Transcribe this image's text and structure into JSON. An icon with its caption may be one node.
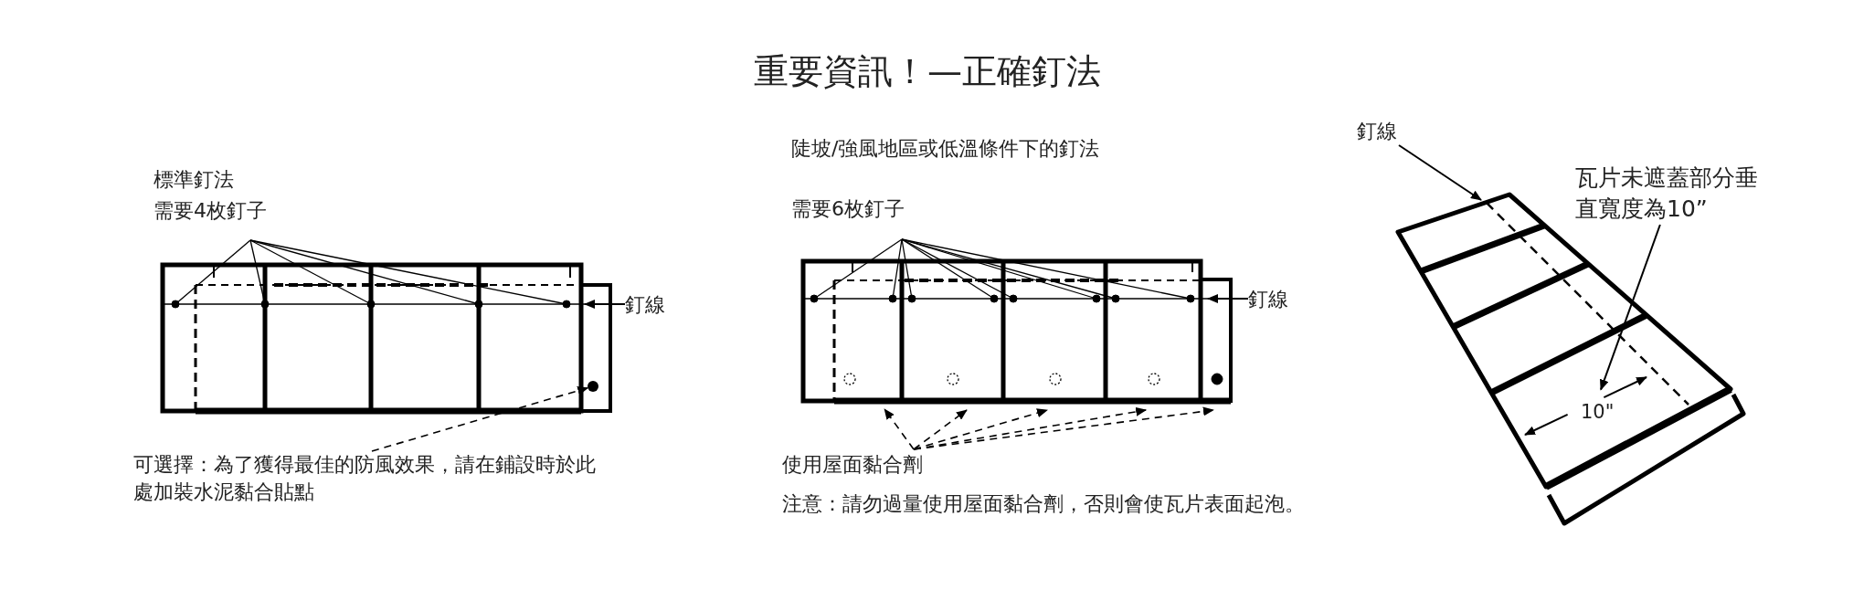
{
  "diagram": {
    "title": "重要資訊！—正確釘法",
    "nodes": [
      {
        "text": [
          "釘線"
        ]
      },
      {
        "text": [],
        "shape": "line"
      },
      {
        "text": [],
        "shape": "circle"
      },
      {
        "text": [
          "可選擇：為了獲得最佳的防風效果，請在鋪設時於此處加裝水泥黏合貼點"
        ]
      },
      {
        "text": [
          "釘線"
        ]
      },
      {
        "text": [],
        "shape": "line"
      },
      {
        "text": [],
        "shape": "line"
      },
      {
        "text": [
          "使用屋面黏合劑"
        ]
      },
      {
        "text": [
          "釘線"
        ]
      },
      {
        "text": [
          "瓦片未遮蓋部分垂直寬度為10”"
        ]
      },
      {
        "text": [],
        "shape": "line"
      },
      {
        "text": [],
        "shape": "line"
      }
    ],
    "edges": [
      {
        "from": 0,
        "to": 1,
        "arrow": "to"
      },
      {
        "from": 3,
        "to": 2,
        "arrow": "to",
        "style": "dashed"
      },
      {
        "from": 4,
        "to": 5,
        "arrow": "to"
      },
      {
        "from": 7,
        "to": 6,
        "arrow": "to",
        "style": "dashed"
      },
      {
        "from": 7,
        "to": 6,
        "arrow": "to",
        "style": "dashed"
      },
      {
        "from": 7,
        "to": 6,
        "arrow": "to",
        "style": "dashed"
      },
      {
        "from": 7,
        "to": 6,
        "arrow": "to",
        "style": "dashed"
      },
      {
        "from": 7,
        "to": 6,
        "arrow": "to",
        "style": "dashed"
      },
      {
        "from": 8,
        "to": 10,
        "arrow": "to"
      },
      {
        "from": 9,
        "to": 11,
        "arrow": "to"
      }
    ],
    "labels": [
      "標準釘法",
      "需要4枚釘子",
      "陡坡/強風地區或低溫條件下的釘法",
      "需要6枚釘子",
      "注意：請勿過量使用屋面黏合劑，否則會使瓦片表面起泡。",
      "10\""
    ]
  }
}
